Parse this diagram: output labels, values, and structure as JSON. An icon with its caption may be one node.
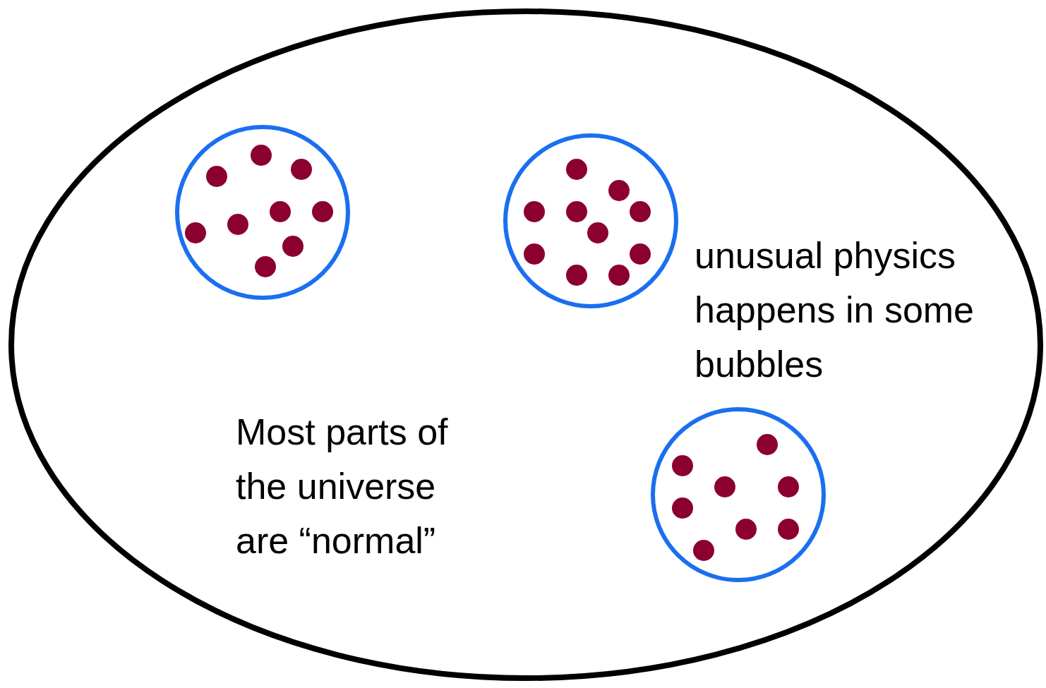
{
  "diagram": {
    "nodes": [
      {
        "text": [
          "Most parts of the universe are “normal”",
          "unusual physics happens in some bubbles"
        ]
      },
      {
        "text": [],
        "shape": "circle",
        "in": 0
      },
      {
        "text": [],
        "shape": "circle",
        "in": 0
      },
      {
        "text": [],
        "shape": "circle",
        "in": 0
      }
    ]
  }
}
